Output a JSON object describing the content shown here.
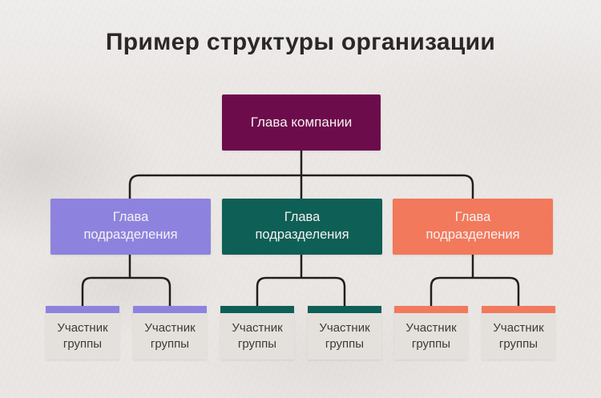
{
  "title": "Пример структуры организации",
  "colors": {
    "background": "#eae7e5",
    "line": "#211e1e",
    "title_text": "#2b2728",
    "box_text": "#f5f1f3",
    "member_body": "#e4e1dd",
    "member_text": "#3d3a38"
  },
  "org": {
    "root": {
      "label": "Глава компании",
      "color": "#6d0c4b"
    },
    "divisions": [
      {
        "label": "Глава подразделения",
        "color": "#8d83de",
        "members": [
          {
            "label": "Участник группы"
          },
          {
            "label": "Участник группы"
          }
        ]
      },
      {
        "label": "Глава подразделения",
        "color": "#0e5f55",
        "members": [
          {
            "label": "Участник группы"
          },
          {
            "label": "Участник группы"
          }
        ]
      },
      {
        "label": "Глава подразделения",
        "color": "#f2795b",
        "members": [
          {
            "label": "Участник группы"
          },
          {
            "label": "Участник группы"
          }
        ]
      }
    ]
  }
}
